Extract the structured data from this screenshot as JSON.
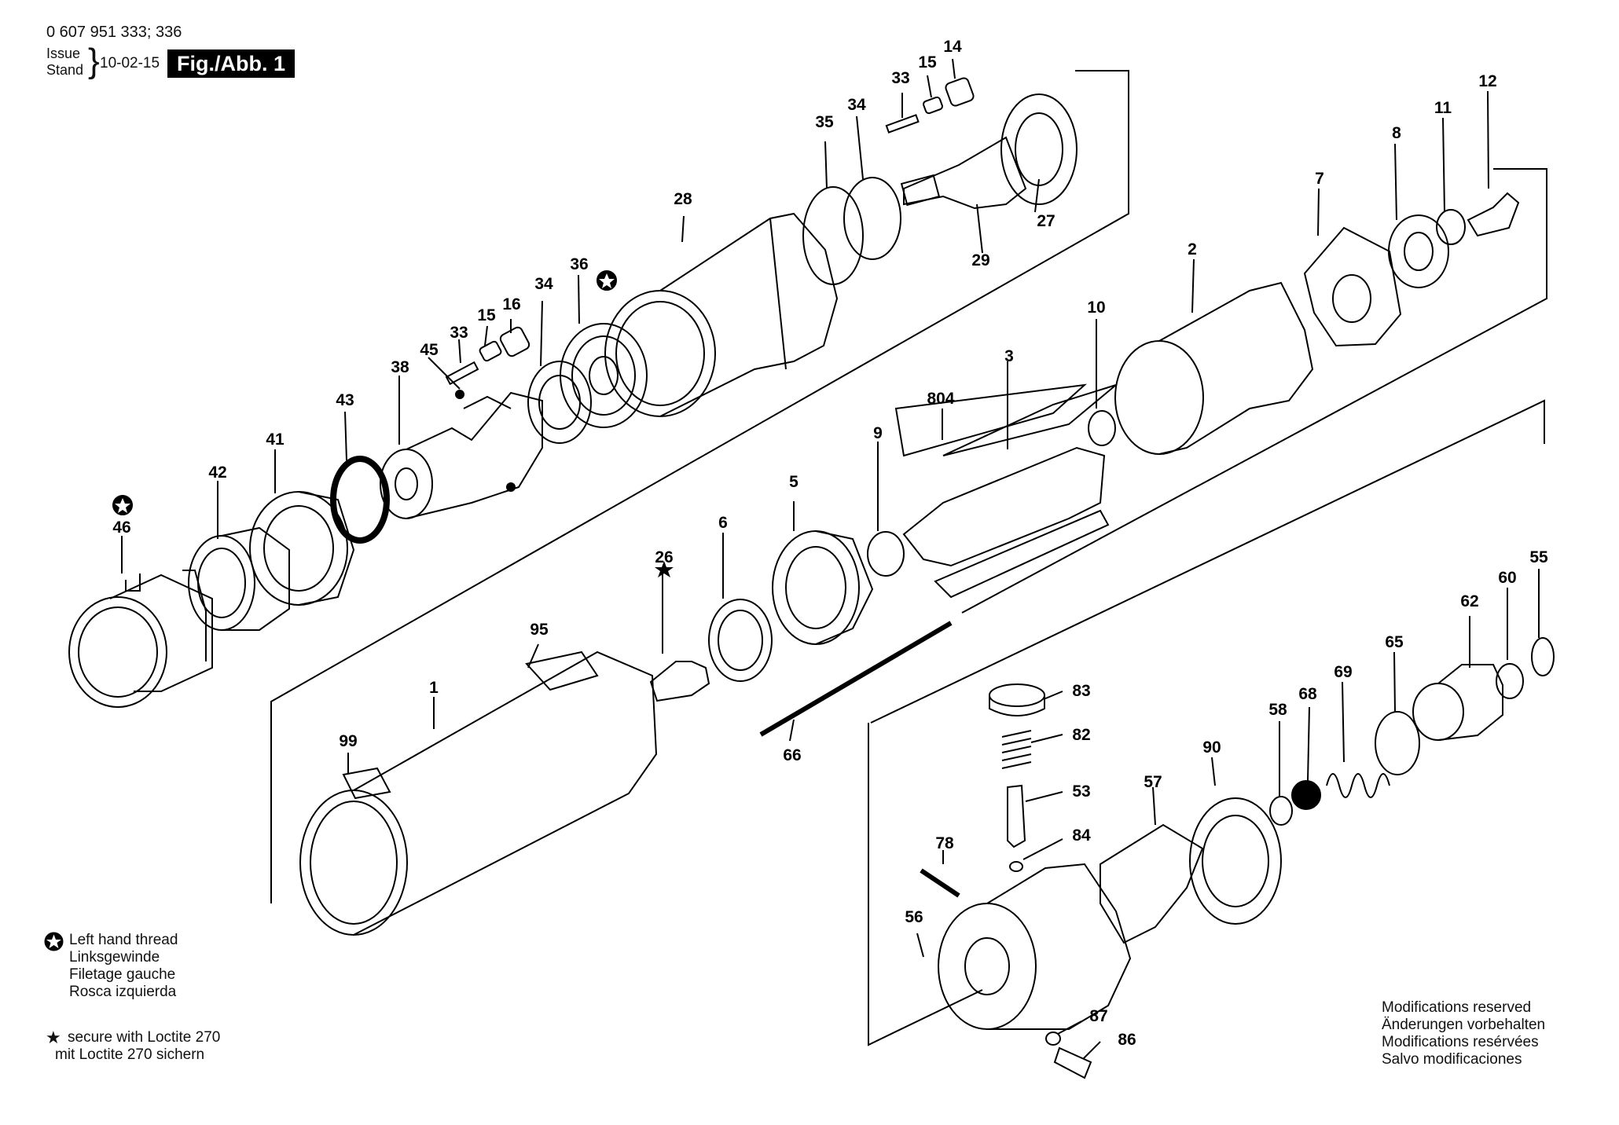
{
  "header": {
    "doc_number": "0 607 951 333; 336",
    "issue_label": "Issue",
    "stand_label": "Stand",
    "issue_date": "10-02-15",
    "figure": "Fig./Abb. 1"
  },
  "parts": [
    {
      "id": "p14",
      "label": "14"
    },
    {
      "id": "p15a",
      "label": "15"
    },
    {
      "id": "p33a",
      "label": "33"
    },
    {
      "id": "p34a",
      "label": "34"
    },
    {
      "id": "p35",
      "label": "35"
    },
    {
      "id": "p27",
      "label": "27"
    },
    {
      "id": "p29",
      "label": "29"
    },
    {
      "id": "p28",
      "label": "28"
    },
    {
      "id": "p36",
      "label": "36"
    },
    {
      "id": "p16",
      "label": "16"
    },
    {
      "id": "p15b",
      "label": "15"
    },
    {
      "id": "p34b",
      "label": "34"
    },
    {
      "id": "p33b",
      "label": "33"
    },
    {
      "id": "p45",
      "label": "45"
    },
    {
      "id": "p38",
      "label": "38"
    },
    {
      "id": "p43",
      "label": "43"
    },
    {
      "id": "p41",
      "label": "41"
    },
    {
      "id": "p42",
      "label": "42"
    },
    {
      "id": "p46",
      "label": "46"
    },
    {
      "id": "p12",
      "label": "12"
    },
    {
      "id": "p11",
      "label": "11"
    },
    {
      "id": "p8",
      "label": "8"
    },
    {
      "id": "p7",
      "label": "7"
    },
    {
      "id": "p2",
      "label": "2"
    },
    {
      "id": "p10",
      "label": "10"
    },
    {
      "id": "p3",
      "label": "3"
    },
    {
      "id": "p804",
      "label": "804"
    },
    {
      "id": "p9",
      "label": "9"
    },
    {
      "id": "p5",
      "label": "5"
    },
    {
      "id": "p6",
      "label": "6"
    },
    {
      "id": "p26",
      "label": "26"
    },
    {
      "id": "p95",
      "label": "95"
    },
    {
      "id": "p1",
      "label": "1"
    },
    {
      "id": "p99",
      "label": "99"
    },
    {
      "id": "p66",
      "label": "66"
    },
    {
      "id": "p83",
      "label": "83"
    },
    {
      "id": "p82",
      "label": "82"
    },
    {
      "id": "p53",
      "label": "53"
    },
    {
      "id": "p84",
      "label": "84"
    },
    {
      "id": "p78",
      "label": "78"
    },
    {
      "id": "p56",
      "label": "56"
    },
    {
      "id": "p87",
      "label": "87"
    },
    {
      "id": "p86",
      "label": "86"
    },
    {
      "id": "p57",
      "label": "57"
    },
    {
      "id": "p90",
      "label": "90"
    },
    {
      "id": "p58",
      "label": "58"
    },
    {
      "id": "p68",
      "label": "68"
    },
    {
      "id": "p69",
      "label": "69"
    },
    {
      "id": "p65",
      "label": "65"
    },
    {
      "id": "p62",
      "label": "62"
    },
    {
      "id": "p60",
      "label": "60"
    },
    {
      "id": "p55",
      "label": "55"
    }
  ],
  "legend": {
    "left_hand_thread": [
      "Left hand thread",
      "Linksgewinde",
      "Filetage gauche",
      "Rosca izquierda"
    ],
    "loctite": [
      "secure with Loctite 270",
      "mit Loctite 270 sichern"
    ],
    "modifications": [
      "Modifications reserved",
      "Änderungen vorbehalten",
      "Modifications resérvées",
      "Salvo modificaciones"
    ]
  },
  "icons": {
    "left_hand_thread": "circled-star-icon",
    "loctite": "star-icon"
  }
}
